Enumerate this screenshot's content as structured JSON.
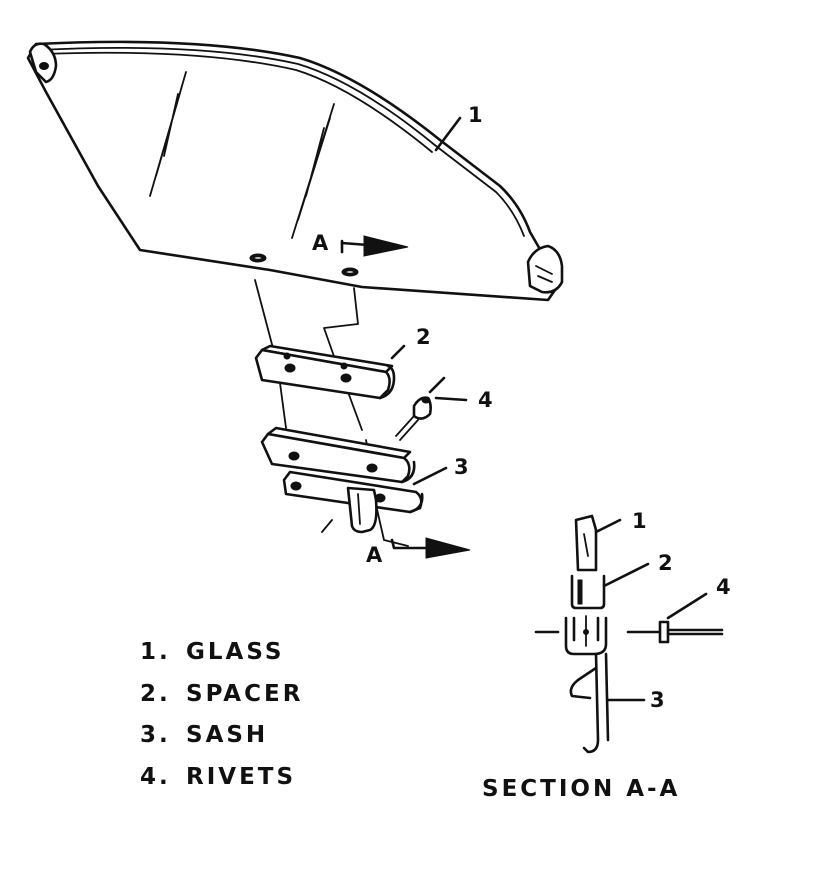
{
  "callouts": {
    "main_1": "1",
    "main_2": "2",
    "main_3": "3",
    "main_4": "4",
    "section_1": "1",
    "section_2": "2",
    "section_3": "3",
    "section_4": "4",
    "section_marker_top": "A",
    "section_marker_bottom": "A"
  },
  "legend": [
    {
      "num": "1.",
      "label": "GLASS"
    },
    {
      "num": "2.",
      "label": "SPACER"
    },
    {
      "num": "3.",
      "label": "SASH"
    },
    {
      "num": "4.",
      "label": "RIVETS"
    }
  ],
  "section_title": "SECTION A-A"
}
